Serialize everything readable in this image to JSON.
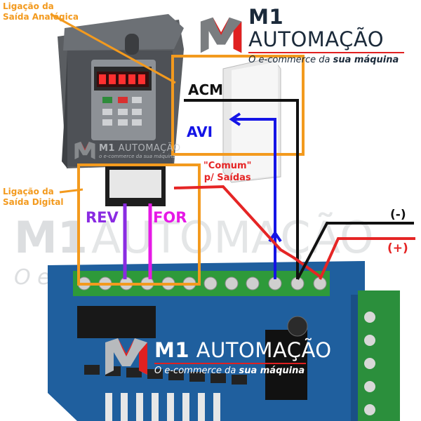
{
  "logo_top": {
    "brand_bold": "M1",
    "brand_light": "AUTOMAÇÃO",
    "slogan_pre": "O e-commerce da ",
    "slogan_bold": "sua máquina"
  },
  "logo_mid": {
    "brand_bold": "M1",
    "brand_light": "AUTOMAÇÃO",
    "slogan": "O e-commerce da sua máquina"
  },
  "logo_small": {
    "brand_bold": "M1",
    "brand_light": "AUTOMAÇÃO",
    "slogan": "o e-commerce da sua máquina"
  },
  "logo_bottom": {
    "brand_bold": "M1",
    "brand_light": "AUTOMAÇÃO",
    "slogan_pre": "O e-commerce da ",
    "slogan_bold": "sua máquina"
  },
  "labels": {
    "analog_line1": "Ligação da",
    "analog_line2": "Saída Analógica",
    "digital_line1": "Ligação da",
    "digital_line2": "Saída Digital",
    "acm": "ACM",
    "avi": "AVI",
    "comum_line1": "\"Comum\"",
    "comum_line2": "p/ Saídas",
    "rev": "REV",
    "for": "FOR",
    "minus": "(-)",
    "plus": "(+)"
  },
  "colors": {
    "orange": "#f39a1e",
    "blue": "#1414e6",
    "purple": "#8a2be2",
    "magenta": "#e619e6",
    "red": "#e52525",
    "black": "#111111",
    "board": "#1f5f9e",
    "terminal": "#2e9a3a"
  }
}
